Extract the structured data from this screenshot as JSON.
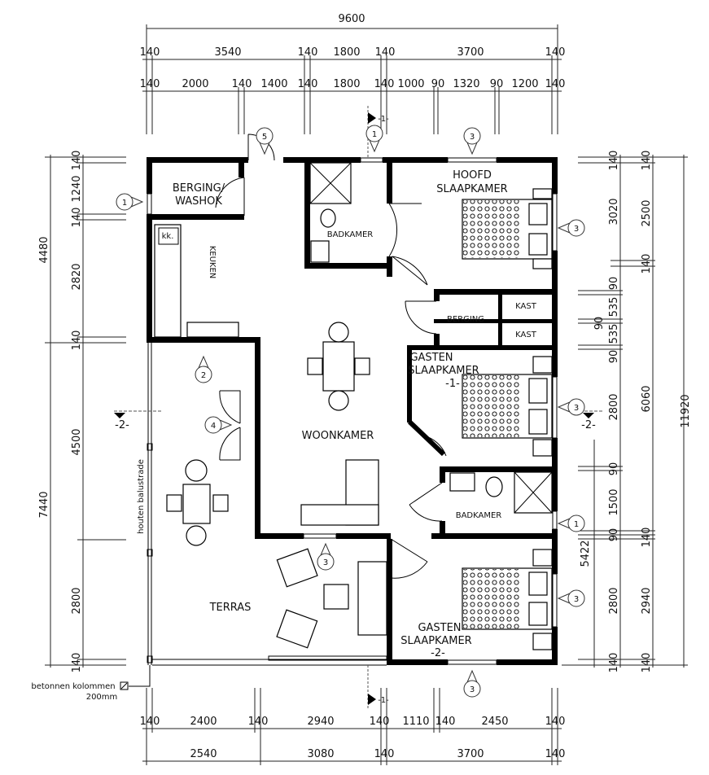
{
  "dimensions": {
    "top_total": "9600",
    "top_row1": [
      "140",
      "3540",
      "140",
      "1800",
      "140",
      "3700",
      "140"
    ],
    "top_row2": [
      "140",
      "2000",
      "140",
      "1400",
      "140",
      "1800",
      "140",
      "1000",
      "90",
      "1320",
      "90",
      "1200",
      "140"
    ],
    "left_outer": [
      "4480",
      "7440"
    ],
    "left_inner": [
      "140",
      "1240",
      "140",
      "2820",
      "140",
      "4500",
      "2800",
      "140"
    ],
    "right_inner": [
      "140",
      "3020",
      "90",
      "535",
      "90",
      "535",
      "90",
      "2800",
      "90",
      "1500",
      "90",
      "2800",
      "140"
    ],
    "right_middle": [
      "140",
      "2500",
      "140",
      "6060",
      "140",
      "2940",
      "140"
    ],
    "right_total": "11920",
    "right_partial": "5422",
    "bottom_row1": [
      "140",
      "2400",
      "140",
      "2940",
      "140",
      "1110",
      "140",
      "2450",
      "140"
    ],
    "bottom_row2": [
      "2540",
      "3080",
      "140",
      "3700",
      "140"
    ]
  },
  "rooms": {
    "berging_washok": [
      "BERGING/",
      "WASHOK"
    ],
    "kk": "kk.",
    "keuken": "KEUKEN",
    "badkamer1": "BADKAMER",
    "hoofd": [
      "HOOFD",
      "SLAAPKAMER"
    ],
    "berging": "BERGING",
    "kast1": "KAST",
    "kast2": "KAST",
    "gasten1": [
      "GASTEN",
      "SLAAPKAMER",
      "-1-"
    ],
    "woonkamer": "WOONKAMER",
    "badkamer2": "BADKAMER",
    "terras": "TERRAS",
    "gasten2": [
      "GASTEN",
      "SLAAPKAMER",
      "-2-"
    ]
  },
  "annotations": {
    "balustrade": "houten balustrade",
    "kolommen": "betonnen kolommen",
    "kolommen_size": "200mm",
    "section1": "-1-",
    "section2": "-2-"
  },
  "markers": [
    "1",
    "5",
    "1",
    "3",
    "3",
    "2",
    "4",
    "3",
    "3",
    "1",
    "3",
    "3"
  ]
}
